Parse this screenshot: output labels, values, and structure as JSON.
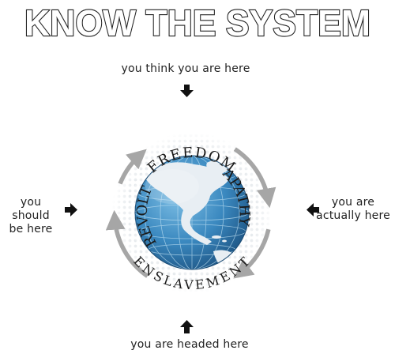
{
  "title": "KNOW THE SYSTEM",
  "cycle": {
    "stages": [
      "FREEDOM",
      "APATHY",
      "ENSLAVEMENT",
      "REVOLT"
    ]
  },
  "notes": {
    "top": "you think you are here",
    "right_line1": "you are",
    "right_line2": "actually here",
    "left_line1": "you should",
    "left_line2": "be here",
    "bottom": "you are headed here"
  },
  "icons": {
    "down_arrow": "down-arrow-icon",
    "up_arrow": "up-arrow-icon",
    "left_arrow": "left-arrow-icon",
    "right_arrow": "right-arrow-icon"
  },
  "colors": {
    "title_outline": "#222222",
    "cycle_arrow": "#a6a6a6",
    "halftone": "#cfd6dc",
    "globe_ocean": "#3f87b8",
    "globe_land": "#e6edf2"
  }
}
